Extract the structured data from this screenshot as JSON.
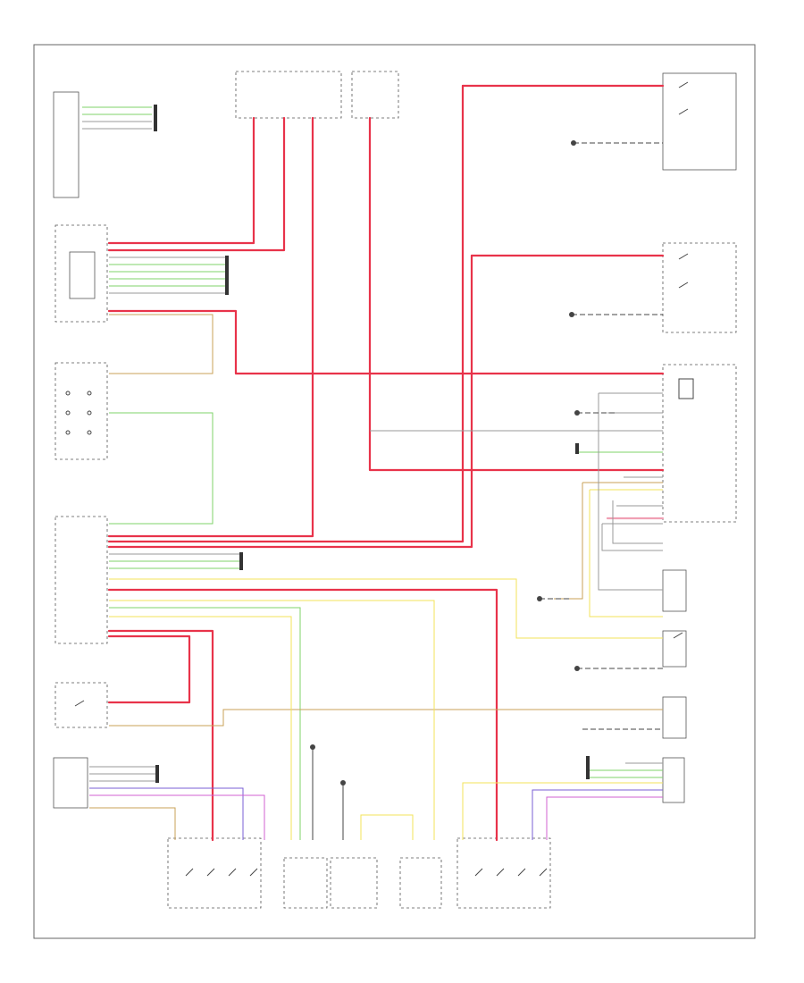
{
  "footer": {
    "diagram_id": ""
  },
  "colors": {
    "power": "#e8334a",
    "power_light": "#f0a0b4",
    "signal_green": "#7fd36a",
    "signal_yellow": "#f3e35a",
    "signal_tan": "#c9a257",
    "signal_violet": "#7a5fd6",
    "signal_magenta": "#d062d0",
    "ground": "#444444",
    "frame": "#666666"
  },
  "components": [
    {
      "id": "front-wiper-relay"
    },
    {
      "id": "central-electronic-module"
    },
    {
      "id": "rear-wiper-relay"
    },
    {
      "id": "driver-door-module"
    },
    {
      "id": "climate-control-module"
    },
    {
      "id": "passenger-door-module"
    },
    {
      "id": "right-rear-door-lock"
    },
    {
      "id": "left-rear-door-lock"
    },
    {
      "id": "fuse-block"
    },
    {
      "id": "left-front-door-lock"
    },
    {
      "id": "right-front-door-lock"
    },
    {
      "id": "tailgate-lock"
    },
    {
      "id": "interior-lamp-switch"
    }
  ]
}
